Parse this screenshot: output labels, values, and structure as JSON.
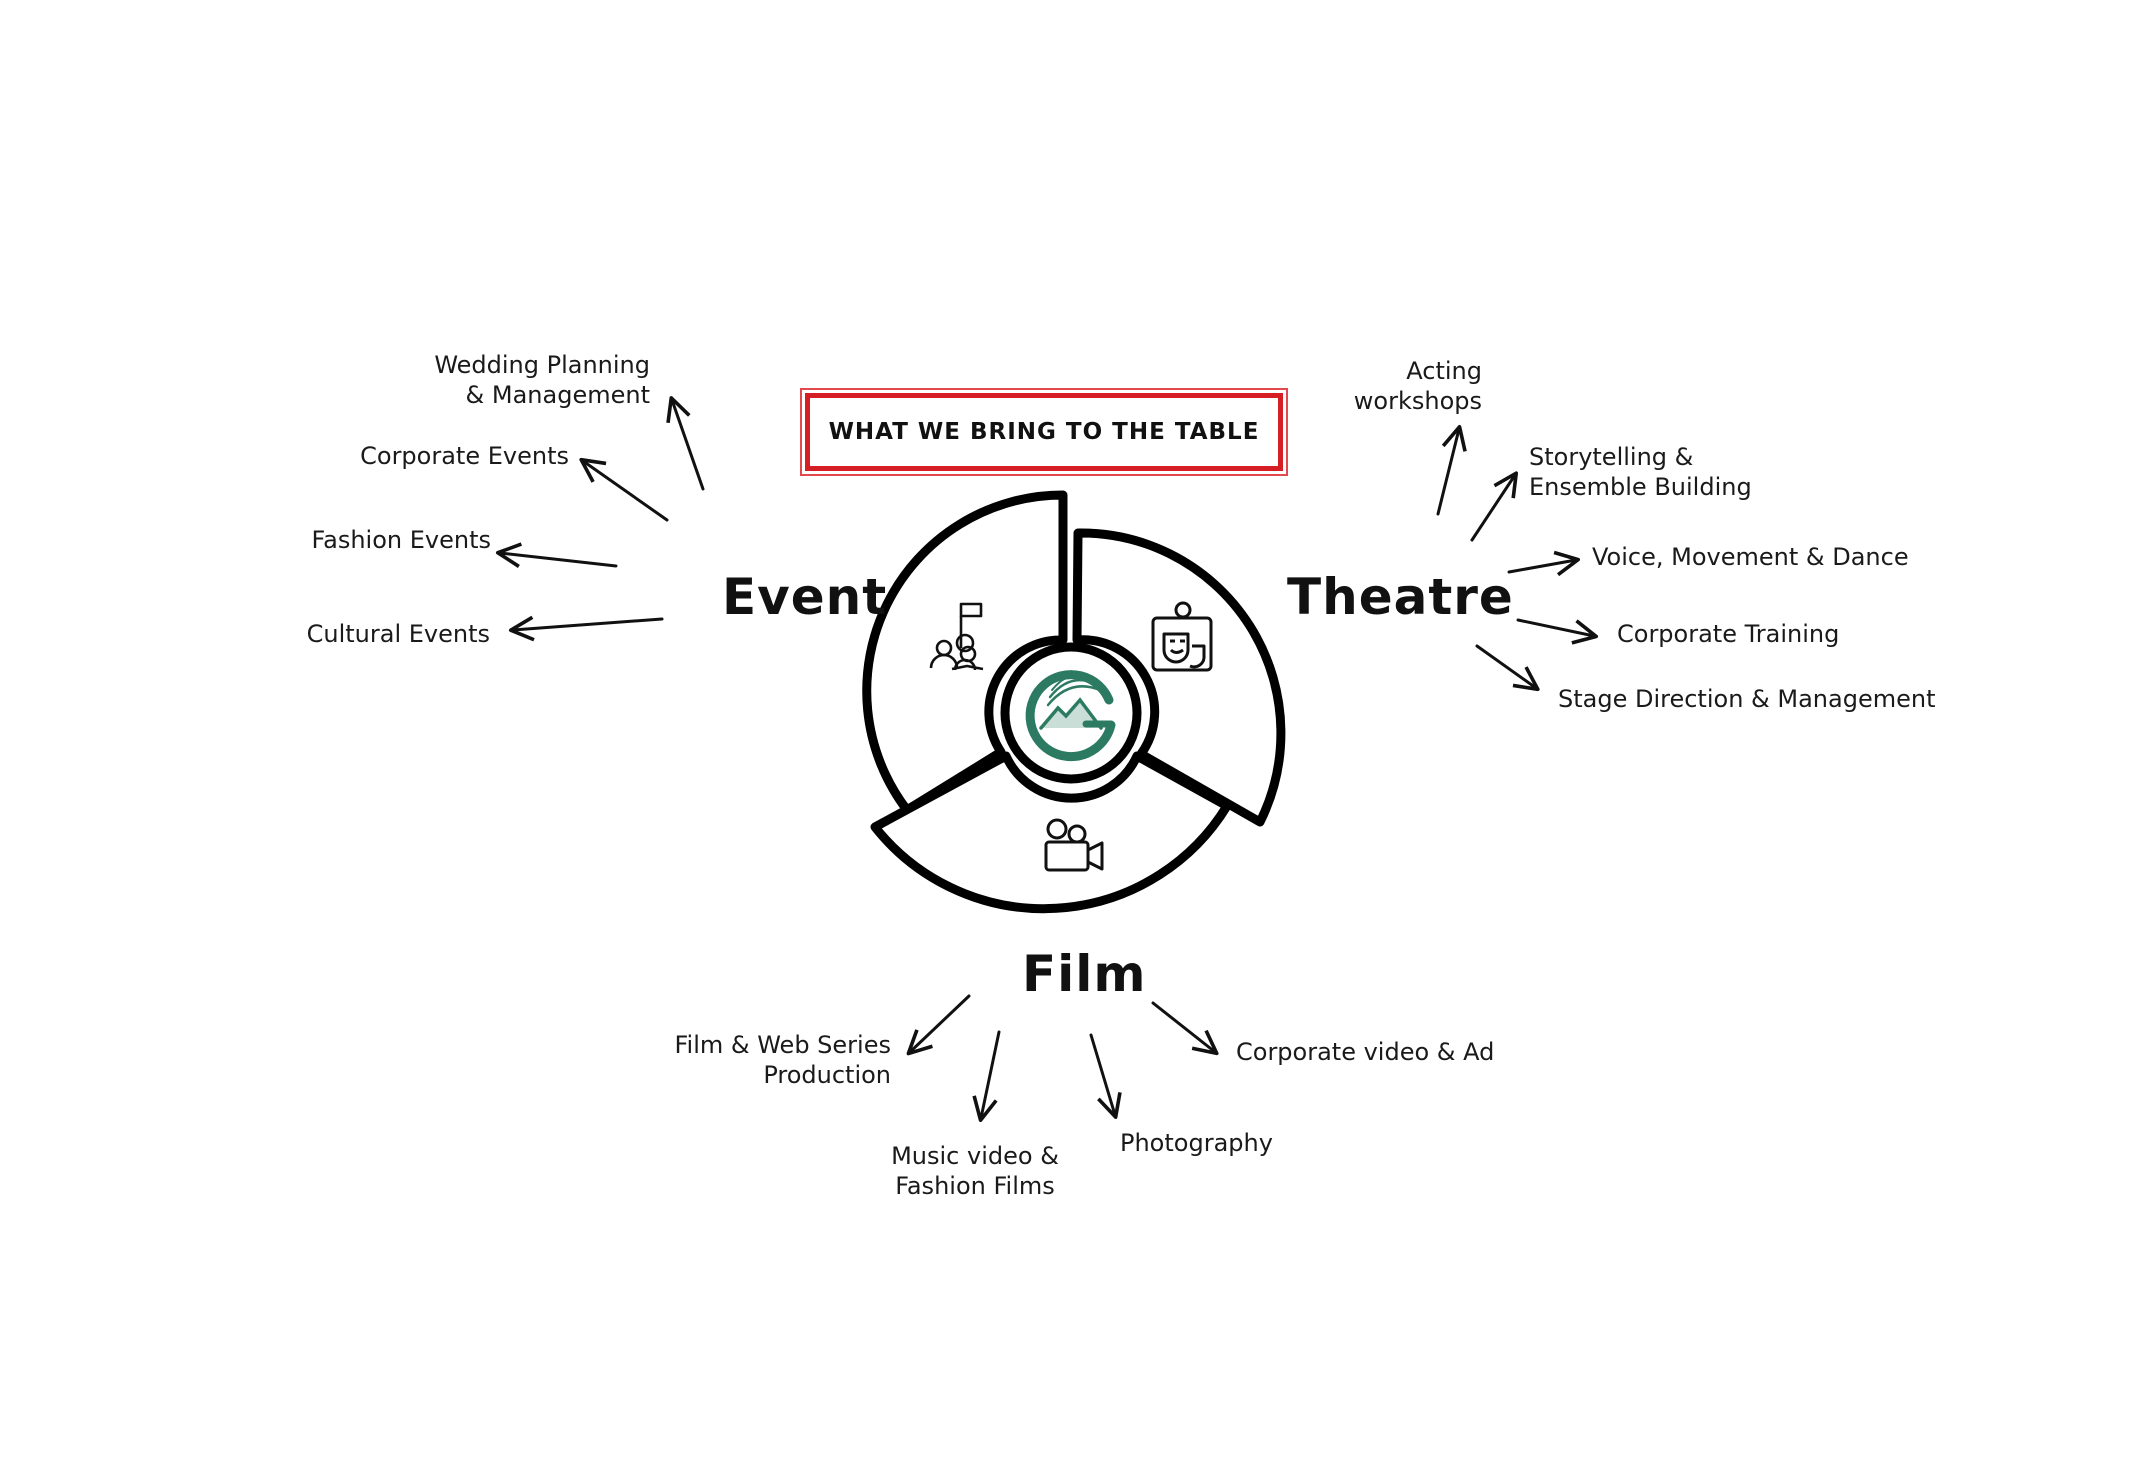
{
  "title": "WHAT WE BRING TO THE TABLE",
  "center_logo": {
    "icon": "g-mountain-logo-icon",
    "color": "#2c7a62"
  },
  "accent_color": "#d51f24",
  "segments": {
    "event": {
      "label": "Event",
      "icon": "event-people-flag-icon",
      "items": [
        "Wedding Planning",
        "& Management",
        "Corporate Events",
        "Fashion Events",
        "Cultural Events"
      ]
    },
    "theatre": {
      "label": "Theatre",
      "icon": "theatre-mask-badge-icon",
      "items": [
        "Acting",
        "workshops",
        "Storytelling &",
        "Ensemble Building",
        "Voice, Movement & Dance",
        "Corporate Training",
        "Stage Direction & Management"
      ]
    },
    "film": {
      "label": "Film",
      "icon": "film-camera-icon",
      "items": [
        "Film & Web Series",
        "Production",
        "Music video &",
        "Fashion Films",
        "Photography",
        "Corporate video & Ad"
      ]
    }
  }
}
